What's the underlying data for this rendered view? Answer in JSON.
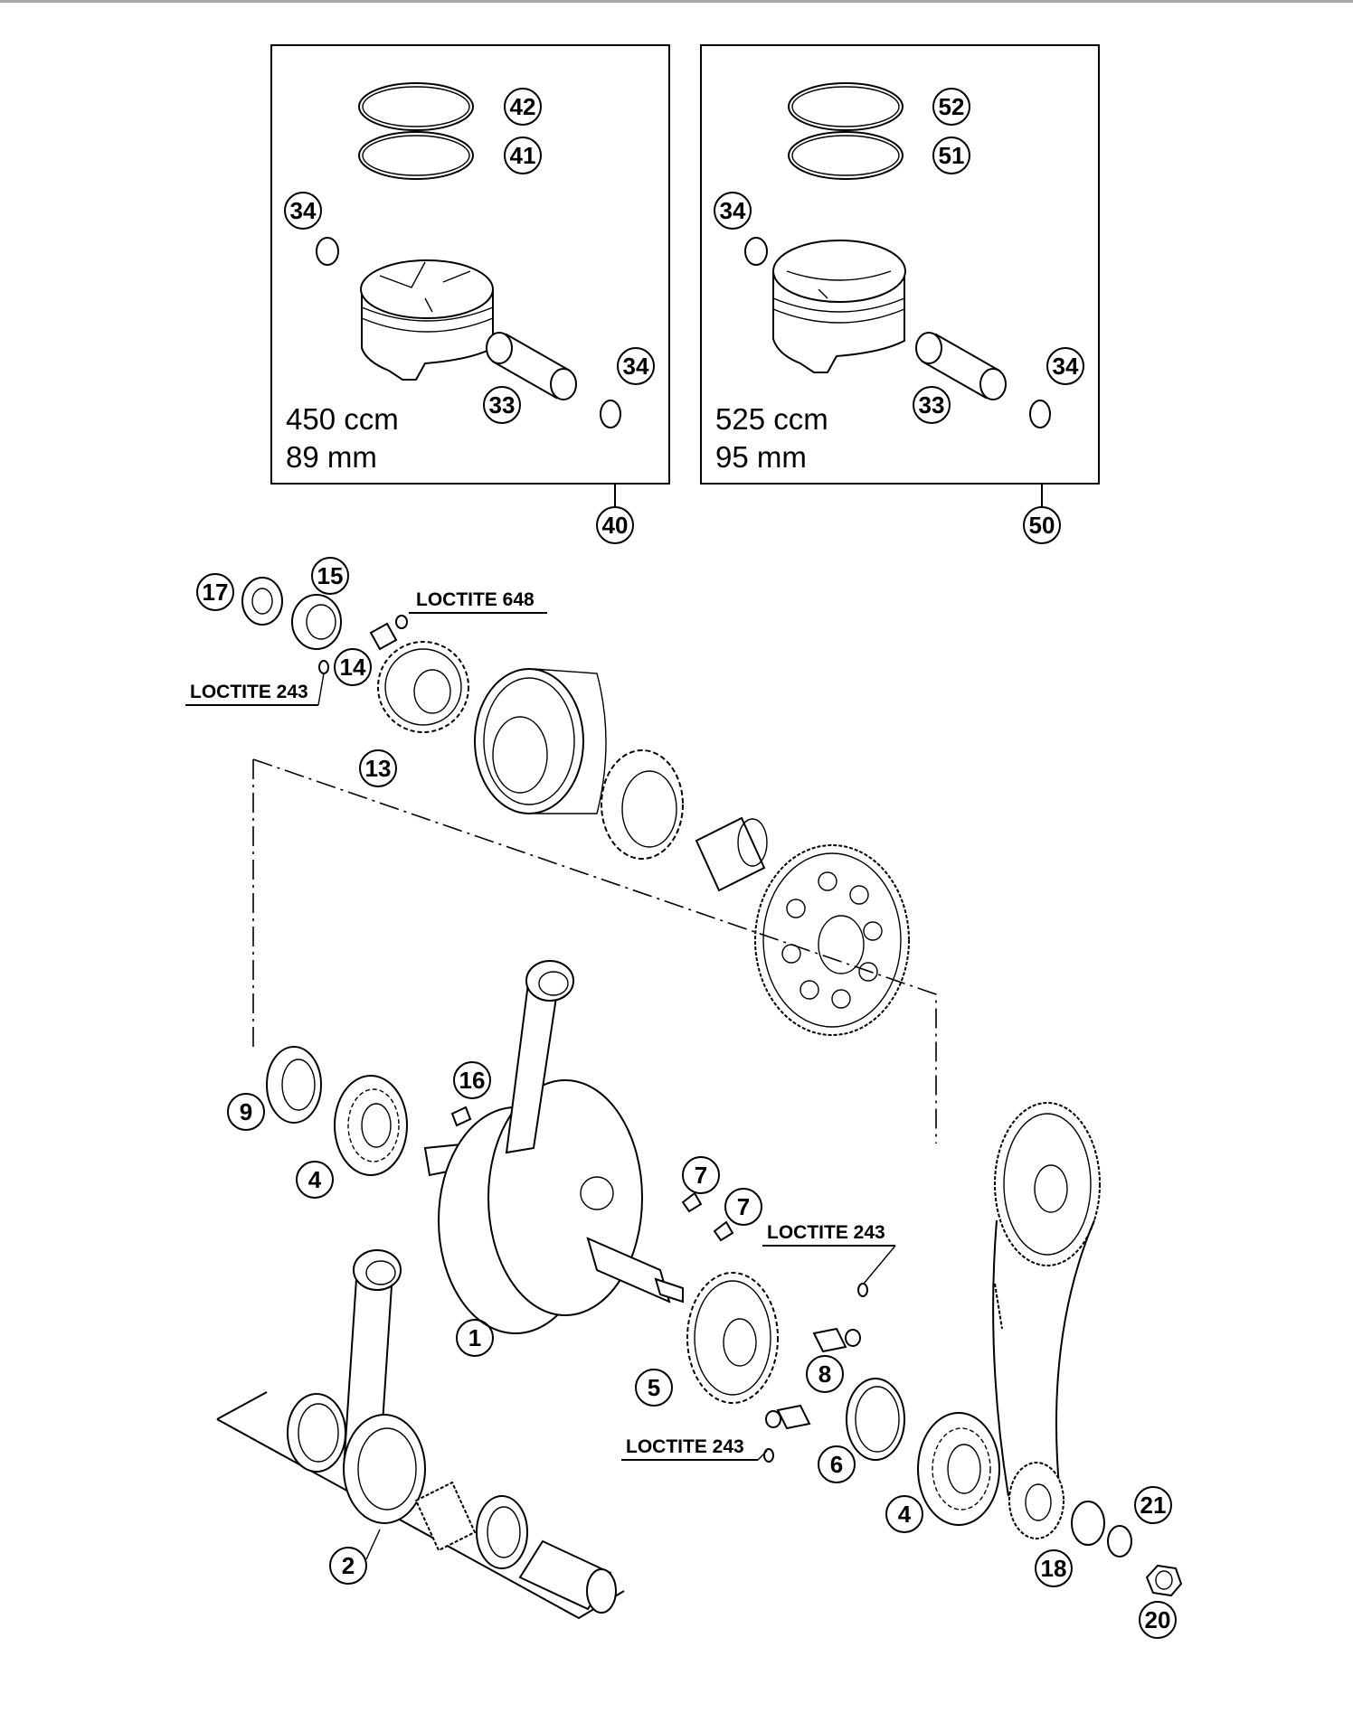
{
  "kit_450": {
    "displacement": "450 ccm",
    "bore": "89 mm",
    "parts": {
      "ring_top": "42",
      "ring_second": "41",
      "clip_left": "34",
      "pin": "33",
      "clip_right": "34",
      "kit": "40"
    }
  },
  "kit_525": {
    "displacement": "525 ccm",
    "bore": "95 mm",
    "parts": {
      "ring_top": "52",
      "ring_second": "51",
      "clip_left": "34",
      "pin": "33",
      "clip_right": "34",
      "kit": "50"
    }
  },
  "callouts": {
    "p17": "17",
    "p15": "15",
    "p14": "14",
    "p13": "13",
    "p9": "9",
    "p4a": "4",
    "p16": "16",
    "p1": "1",
    "p7a": "7",
    "p7b": "7",
    "p5": "5",
    "p8": "8",
    "p6": "6",
    "p4b": "4",
    "p2": "2",
    "p21": "21",
    "p18": "18",
    "p20": "20"
  },
  "adhesives": {
    "top_right": "LOCTITE 648",
    "top_left": "LOCTITE 243",
    "mid_right": "LOCTITE 243",
    "bottom": "LOCTITE 243"
  }
}
